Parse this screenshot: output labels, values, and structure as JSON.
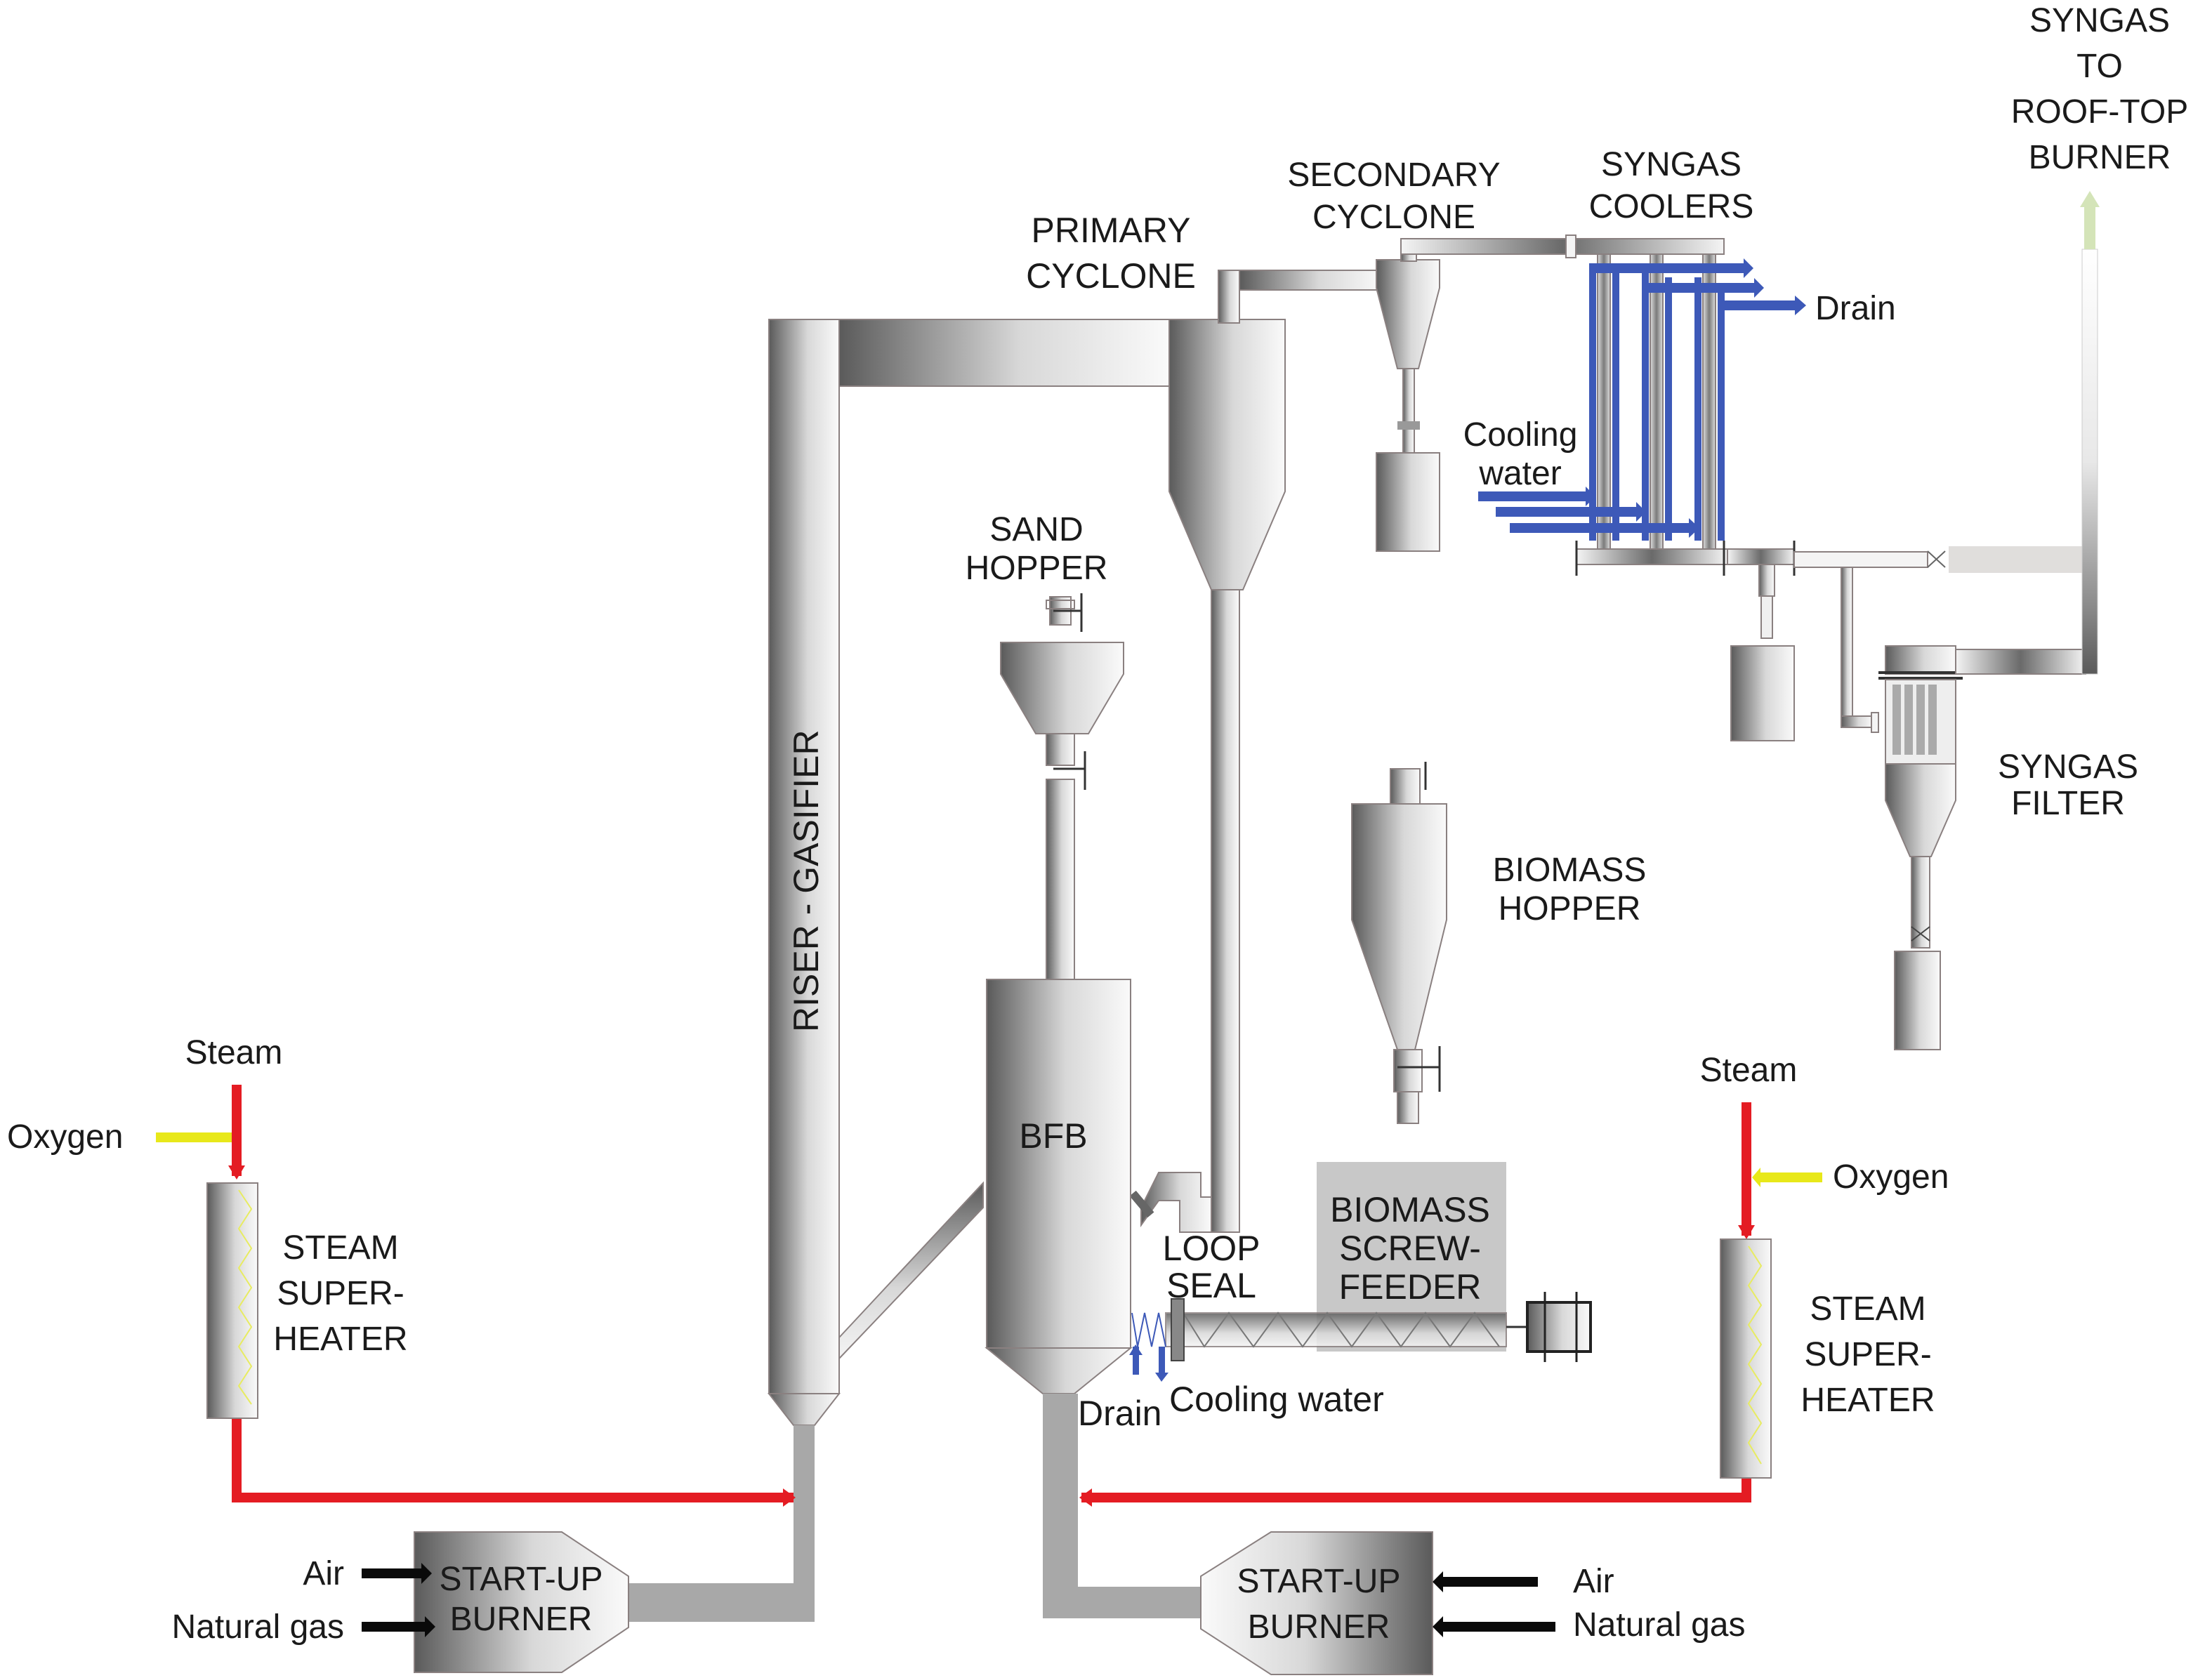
{
  "diagram": {
    "type": "process-flow",
    "subject": "Dual fluidized bed biomass gasification pilot plant"
  },
  "colors": {
    "steam_line": "#e41c23",
    "oxygen_line": "#e8e81a",
    "cooling_water": "#3d59b8",
    "fuel_air_arrow": "#0a0a0a",
    "syngas_exhaust": "#d4e4b8",
    "equipment_dark": "#555555",
    "equipment_light": "#f4f4f4",
    "screw_feeder_box": "#c8c8c8",
    "burner_duct": "#a8a8a8"
  },
  "labels": {
    "syngas_to_burner": [
      "SYNGAS",
      "TO",
      "ROOF-TOP",
      "BURNER"
    ],
    "secondary_cyclone": [
      "SECONDARY",
      "CYCLONE"
    ],
    "syngas_coolers": [
      "SYNGAS",
      "COOLERS"
    ],
    "primary_cyclone": [
      "PRIMARY",
      "CYCLONE"
    ],
    "drain_coolers": "Drain",
    "cooling_water_coolers": [
      "Cooling",
      "water"
    ],
    "sand_hopper": [
      "SAND",
      "HOPPER"
    ],
    "riser_gasifier": "RISER - GASIFIER",
    "syngas_filter": [
      "SYNGAS",
      "FILTER"
    ],
    "biomass_hopper": [
      "BIOMASS",
      "HOPPER"
    ],
    "bfb": "BFB",
    "loop_seal": [
      "LOOP",
      "SEAL"
    ],
    "biomass_screw_feeder": [
      "BIOMASS",
      "SCREW-",
      "FEEDER"
    ],
    "drain_feeder": "Drain",
    "cooling_water_feeder": "Cooling water",
    "left_superheater": {
      "steam": "Steam",
      "oxygen": "Oxygen",
      "name": [
        "STEAM",
        "SUPER-",
        "HEATER"
      ]
    },
    "right_superheater": {
      "steam": "Steam",
      "oxygen": "Oxygen",
      "name": [
        "STEAM",
        "SUPER-",
        "HEATER"
      ]
    },
    "left_burner": {
      "air": "Air",
      "natural_gas": "Natural gas",
      "name": [
        "START-UP",
        "BURNER"
      ]
    },
    "right_burner": {
      "air": "Air",
      "natural_gas": "Natural gas",
      "name": [
        "START-UP",
        "BURNER"
      ]
    }
  }
}
